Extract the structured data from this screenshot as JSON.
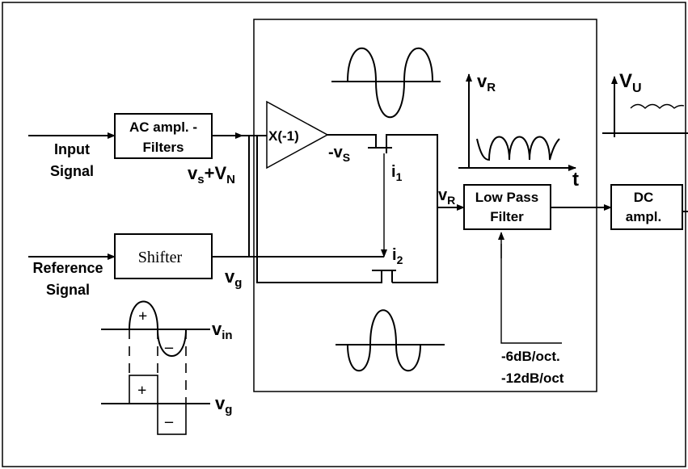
{
  "blocks": {
    "ac_amp_line1": "AC ampl. -",
    "ac_amp_line2": "Filters",
    "shifter": "Shifter",
    "inverter": "X(-1)",
    "lpf_line1": "Low Pass",
    "lpf_line2": "Filter",
    "dc_line1": "DC",
    "dc_line2": "ampl."
  },
  "inputs": {
    "input_line1": "Input",
    "input_line2": "Signal",
    "reference_line1": "Reference",
    "reference_line2": "Signal"
  },
  "signals": {
    "vs_vn_1": "v",
    "vs_vn_2": "s",
    "vs_vn_3": "+V",
    "vs_vn_4": "N",
    "vg_1": "v",
    "vg_2": "g",
    "neg_vs_1": "-v",
    "neg_vs_2": "S",
    "i1_1": "i",
    "i1_2": "1",
    "i2_1": "i",
    "i2_2": "2",
    "vr_1": "v",
    "vr_2": "R",
    "vr_axis_1": "v",
    "vr_axis_2": "R",
    "t_axis": "t",
    "vu_1": "V",
    "vu_2": "U",
    "vin_1": "v",
    "vin_2": "in",
    "vg_wave_1": "v",
    "vg_wave_2": "g",
    "plus_top": "+",
    "minus_top": "–",
    "plus_bottom": "+",
    "minus_bottom": "–"
  },
  "filter_slopes": {
    "slope1": "-6dB/oct.",
    "slope2": "-12dB/oct"
  }
}
